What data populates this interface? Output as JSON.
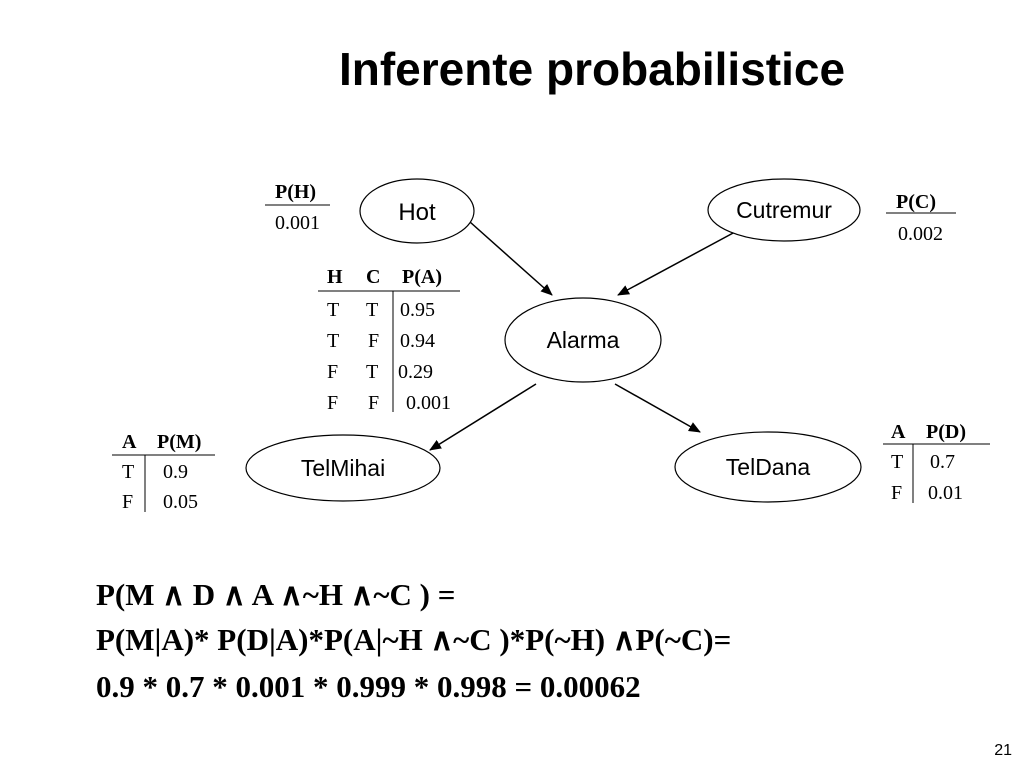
{
  "title": "Inferente probabilistice",
  "nodes": {
    "hot": "Hot",
    "cutremur": "Cutremur",
    "alarma": "Alarma",
    "telmihai": "TelMihai",
    "teldana": "TelDana"
  },
  "cpt_h": {
    "header": "P(H)",
    "value": "0.001"
  },
  "cpt_c": {
    "header": "P(C)",
    "value": "0.002"
  },
  "cpt_a": {
    "headers": [
      "H",
      "C",
      "P(A)"
    ],
    "rows": [
      [
        "T",
        "T",
        "0.95"
      ],
      [
        "T",
        "F",
        "0.94"
      ],
      [
        "F",
        "T",
        "0.29"
      ],
      [
        "F",
        "F",
        "0.001"
      ]
    ]
  },
  "cpt_m": {
    "headers": [
      "A",
      "P(M)"
    ],
    "rows": [
      [
        "T",
        "0.9"
      ],
      [
        "F",
        "0.05"
      ]
    ]
  },
  "cpt_d": {
    "headers": [
      "A",
      "P(D)"
    ],
    "rows": [
      [
        "T",
        "0.7"
      ],
      [
        "F",
        "0.01"
      ]
    ]
  },
  "formula": {
    "line1": "P(M ∧ D ∧ A ∧~H ∧~C ) =",
    "line2": "P(M|A)* P(D|A)*P(A|~H ∧~C )*P(~H) ∧P(~C)=",
    "line3": "0.9 * 0.7 * 0.001 * 0.999 * 0.998 = 0.00062"
  },
  "slide_number": "21"
}
